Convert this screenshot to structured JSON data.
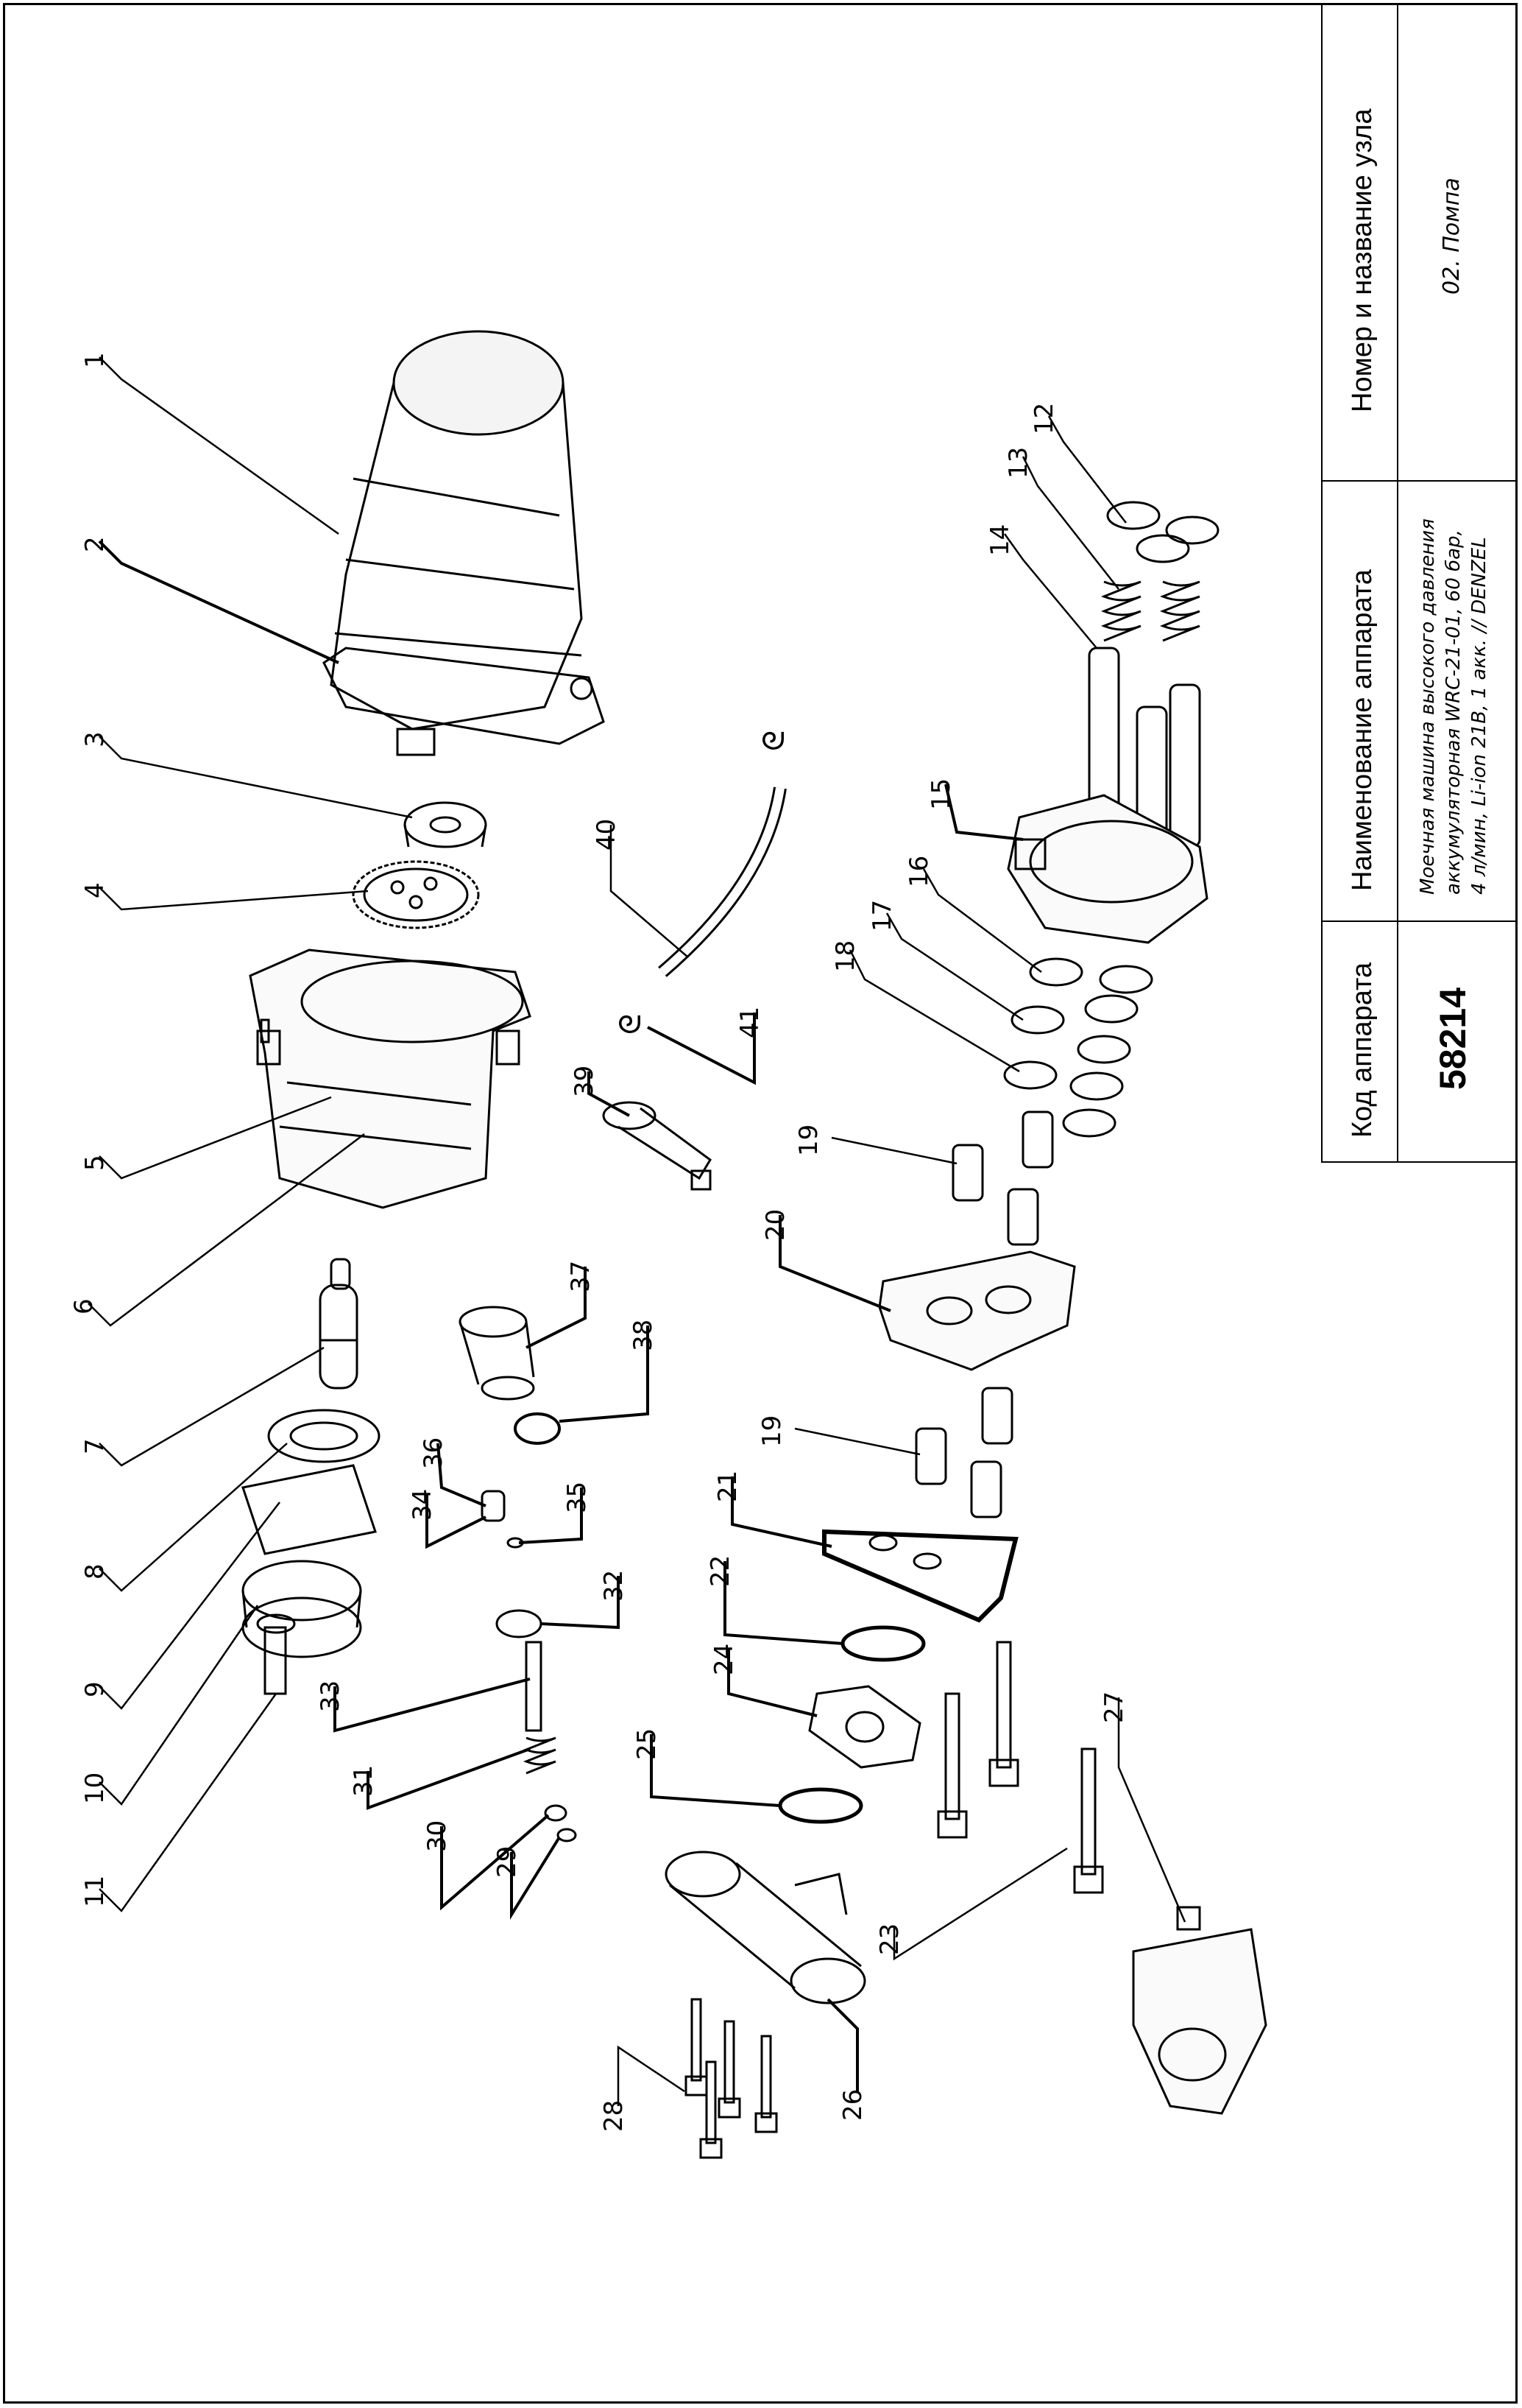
{
  "title_block": {
    "col_code_header": "Код аппарата",
    "col_code_value": "58214",
    "col_name_header": "Наименование аппарата",
    "col_name_value_1": "Моечная машина высокого давления",
    "col_name_value_2": "аккумуляторная WRC-21-01, 60 бар,",
    "col_name_value_3": "4 л/мин, Li-ion 21В, 1 акк. // DENZEL",
    "col_node_header": "Номер и название узла",
    "col_node_value": "02. Помпа"
  },
  "callouts": [
    "1",
    "2",
    "3",
    "4",
    "5",
    "6",
    "7",
    "8",
    "9",
    "10",
    "11",
    "12",
    "13",
    "14",
    "15",
    "16",
    "17",
    "18",
    "19",
    "19",
    "20",
    "21",
    "22",
    "23",
    "24",
    "25",
    "26",
    "27",
    "28",
    "29",
    "30",
    "31",
    "32",
    "33",
    "34",
    "35",
    "36",
    "37",
    "38",
    "39",
    "40",
    "41"
  ]
}
